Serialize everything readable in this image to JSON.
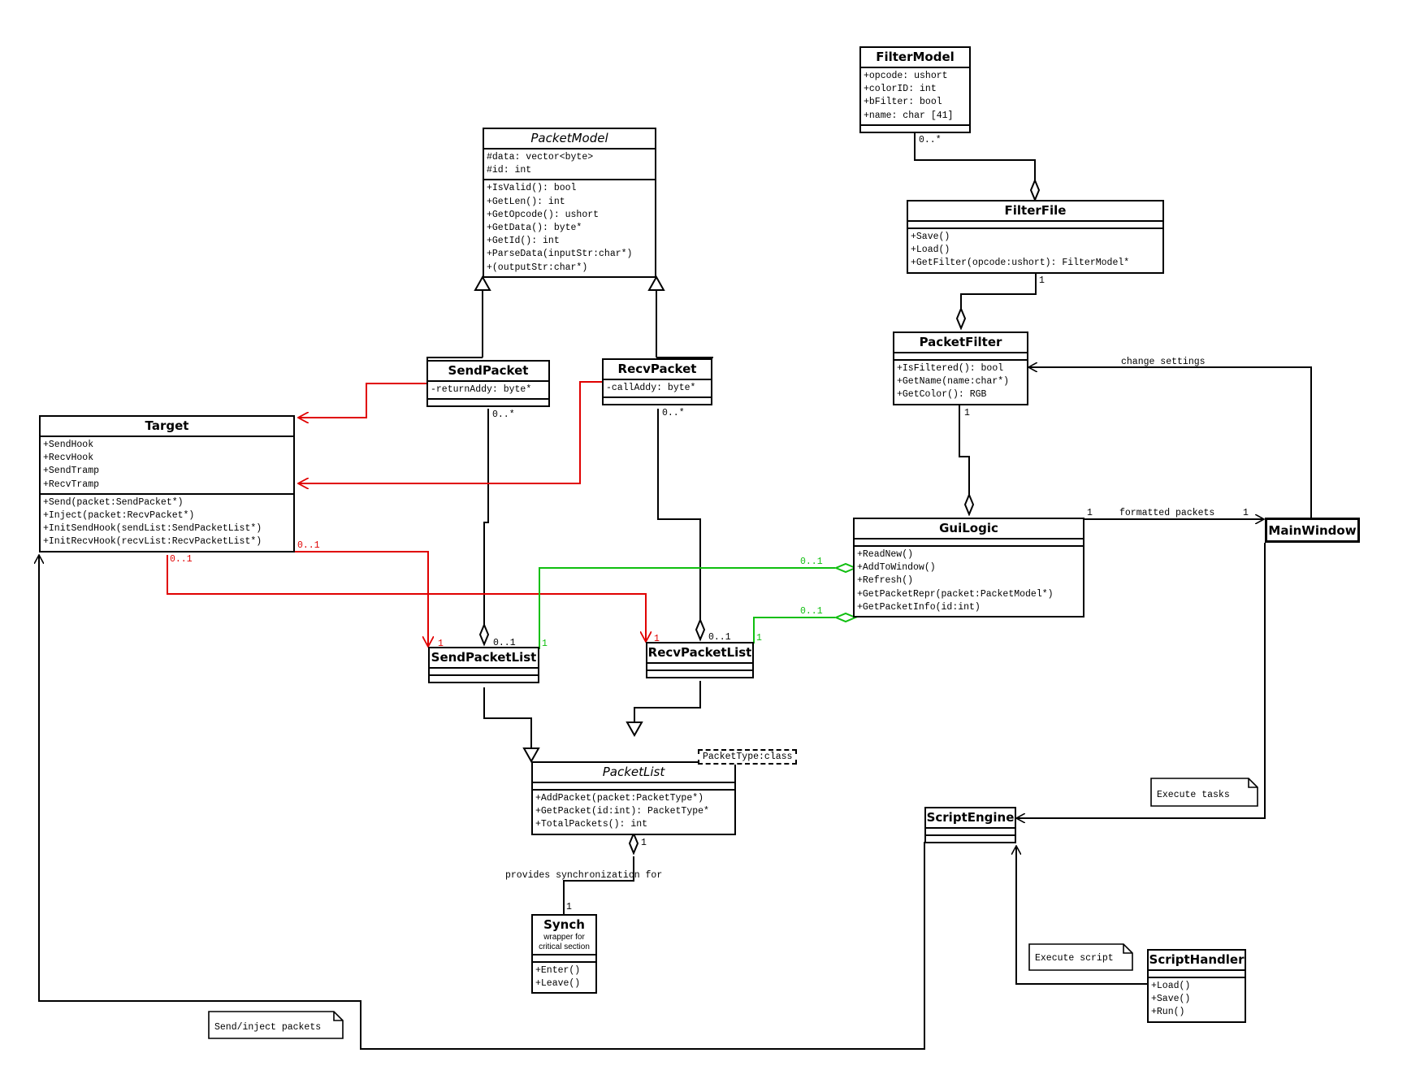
{
  "classes": {
    "filter_model": {
      "name": "FilterModel",
      "attributes": [
        "+opcode: ushort",
        "+colorID: int",
        "+bFilter: bool",
        "+name: char [41]"
      ],
      "operations": []
    },
    "filter_file": {
      "name": "FilterFile",
      "attributes": [],
      "operations": [
        "+Save()",
        "+Load()",
        "+GetFilter(opcode:ushort): FilterModel*"
      ]
    },
    "packet_filter": {
      "name": "PacketFilter",
      "attributes": [],
      "operations": [
        "+IsFiltered(): bool",
        "+GetName(name:char*)",
        "+GetColor(): RGB"
      ]
    },
    "packet_model": {
      "name": "PacketModel",
      "abstract": true,
      "attributes": [
        "#data: vector<byte>",
        "#id: int"
      ],
      "operations": [
        "+IsValid(): bool",
        "+GetLen(): int",
        "+GetOpcode(): ushort",
        "+GetData(): byte*",
        "+GetId(): int",
        "+ParseData(inputStr:char*)",
        "+(outputStr:char*)"
      ]
    },
    "send_packet": {
      "name": "SendPacket",
      "attributes": [
        "-returnAddy: byte*"
      ],
      "operations": []
    },
    "recv_packet": {
      "name": "RecvPacket",
      "attributes": [
        "-callAddy: byte*"
      ],
      "operations": []
    },
    "target": {
      "name": "Target",
      "attributes": [
        "+SendHook",
        "+RecvHook",
        "+SendTramp",
        "+RecvTramp"
      ],
      "operations": [
        "+Send(packet:SendPacket*)",
        "+Inject(packet:RecvPacket*)",
        "+InitSendHook(sendList:SendPacketList*)",
        "+InitRecvHook(recvList:RecvPacketList*)"
      ]
    },
    "gui_logic": {
      "name": "GuiLogic",
      "attributes": [],
      "operations": [
        "+ReadNew()",
        "+AddToWindow()",
        "+Refresh()",
        "+GetPacketRepr(packet:PacketModel*)",
        "+GetPacketInfo(id:int)"
      ]
    },
    "main_window": {
      "name": "MainWindow"
    },
    "send_packet_list": {
      "name": "SendPacketList",
      "attributes": [],
      "operations": []
    },
    "recv_packet_list": {
      "name": "RecvPacketList",
      "attributes": [],
      "operations": []
    },
    "packet_list": {
      "name": "PacketList",
      "abstract": true,
      "template_param": "PacketType:class",
      "attributes": [],
      "operations": [
        "+AddPacket(packet:PacketType*)",
        "+GetPacket(id:int): PacketType*",
        "+TotalPackets(): int"
      ]
    },
    "synch": {
      "name": "Synch",
      "stereotype_lines": [
        "wrapper for",
        "critical section"
      ],
      "attributes": [],
      "operations": [
        "+Enter()",
        "+Leave()"
      ]
    },
    "script_engine": {
      "name": "ScriptEngine",
      "attributes": [],
      "operations": []
    },
    "script_handler": {
      "name": "ScriptHandler",
      "attributes": [],
      "operations": [
        "+Load()",
        "+Save()",
        "+Run()"
      ]
    }
  },
  "labels": {
    "fm_ff_mult": "0..*",
    "ff_pf_mult": "1",
    "pf_gl_mult": "1",
    "change_settings": "change settings",
    "formatted_packets": "formatted packets",
    "gl_mw_mult_left": "1",
    "gl_mw_mult_right": "1",
    "sp_list_mult_top": "0..*",
    "rp_list_mult_top": "0..*",
    "spl_agg_mult": "0..1",
    "rpl_agg_mult": "0..1",
    "target_spl_mult": "0..1",
    "target_rpl_mult": "0..1",
    "spl_red_end": "1",
    "rpl_red_end": "1",
    "gl_spl_green_mult": "0..1",
    "gl_rpl_green_mult": "0..1",
    "spl_green_end": "1",
    "rpl_green_end": "1",
    "pl_synch_mult_top": "1",
    "pl_synch_mult_bottom": "1",
    "provides_sync": "provides synchronization for"
  },
  "notes": {
    "execute_tasks": "Execute tasks",
    "execute_script": "Execute script",
    "send_inject": "Send/inject packets"
  },
  "colors": {
    "association_red": "#e00000",
    "association_green": "#0fbf0f",
    "line": "#000000"
  }
}
